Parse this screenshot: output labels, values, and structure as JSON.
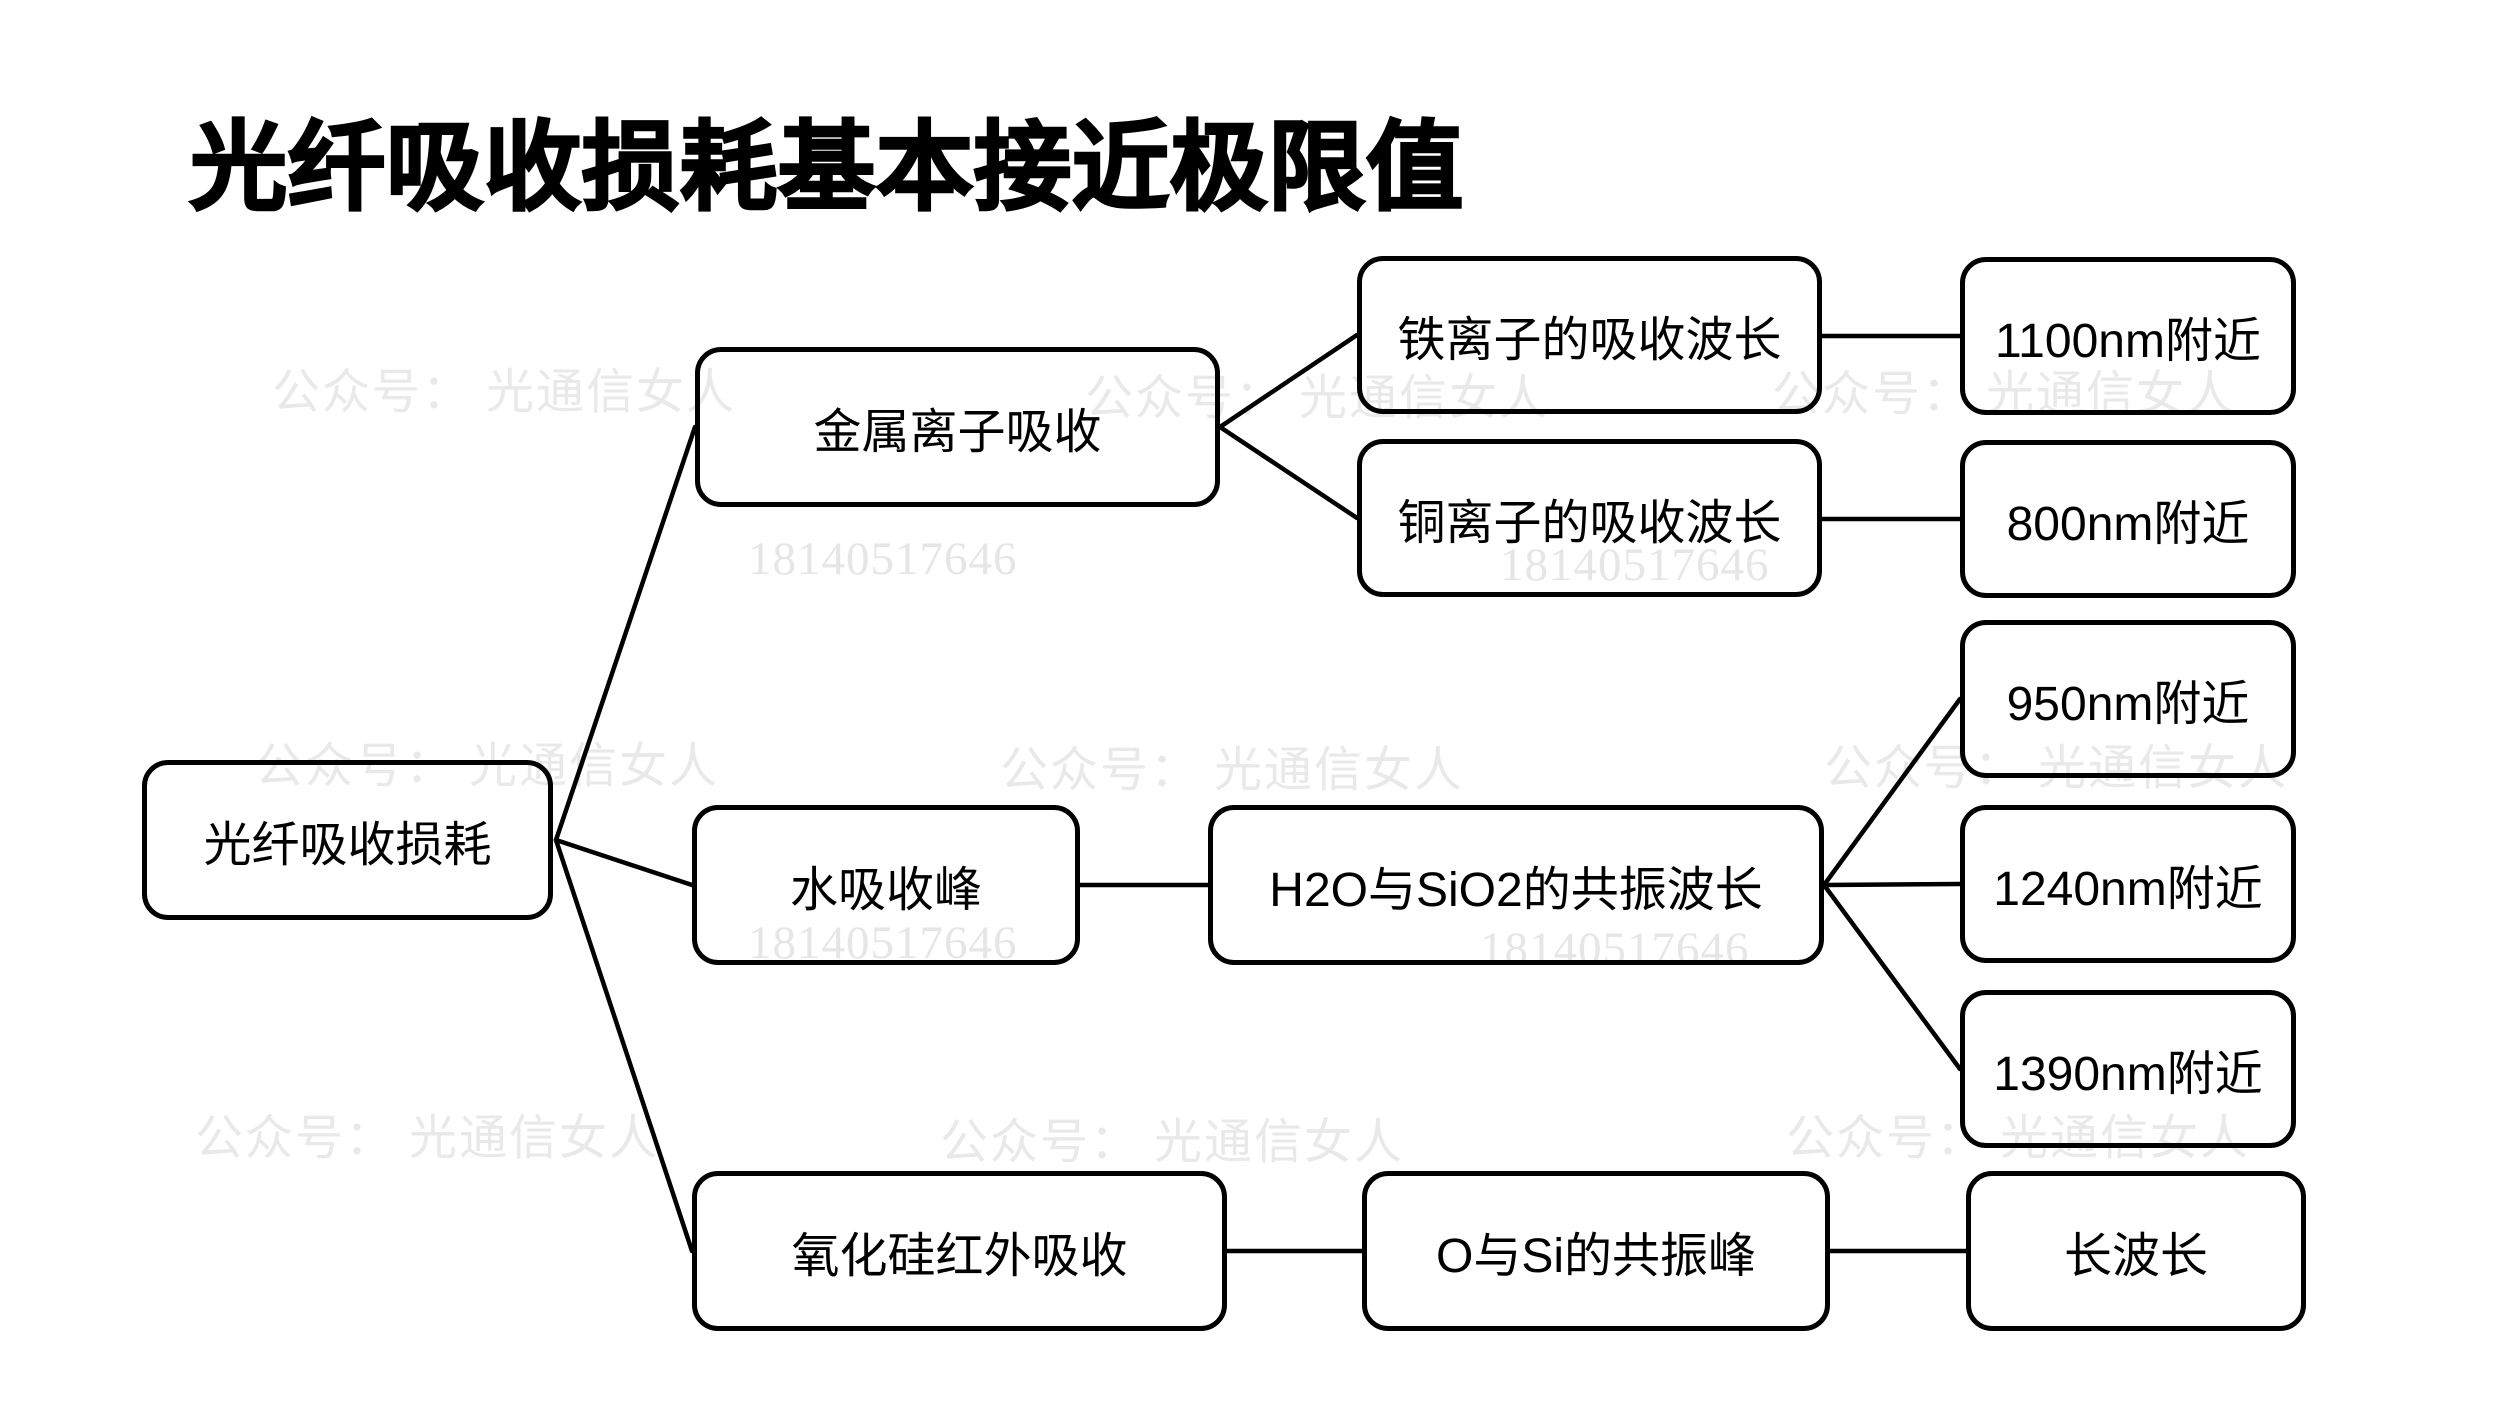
{
  "title": "光纤吸收损耗基本接近极限值",
  "colors": {
    "background": "#ffffff",
    "line": "#000000",
    "box_border": "#000000",
    "text": "#000000",
    "watermark_official": "#e9e9e9",
    "watermark_phone": "#e6e6e6"
  },
  "watermark": {
    "official": "公众号： 光通信女人",
    "phone": "18140517646"
  },
  "diagram": {
    "type": "tree",
    "root": "光纤吸收损耗",
    "nodes": {
      "root": {
        "label": "光纤吸收损耗"
      },
      "metal": {
        "label": "金属离子吸收"
      },
      "iron": {
        "label": "铁离子的吸收波长"
      },
      "wl1100": {
        "label": "1100nm附近"
      },
      "copper": {
        "label": "铜离子的吸收波长"
      },
      "wl800": {
        "label": "800nm附近"
      },
      "water": {
        "label": "水吸收峰"
      },
      "h2o": {
        "label": "H2O与SiO2的共振波长"
      },
      "wl950": {
        "label": "950nm附近"
      },
      "wl1240": {
        "label": "1240nm附近"
      },
      "wl1390": {
        "label": "1390nm附近"
      },
      "silica": {
        "label": "氧化硅红外吸收"
      },
      "osi": {
        "label": "O与Si的共振峰"
      },
      "wllong": {
        "label": "长波长"
      }
    },
    "edges": [
      [
        "root",
        "metal"
      ],
      [
        "root",
        "water"
      ],
      [
        "root",
        "silica"
      ],
      [
        "metal",
        "iron"
      ],
      [
        "metal",
        "copper"
      ],
      [
        "iron",
        "wl1100"
      ],
      [
        "copper",
        "wl800"
      ],
      [
        "water",
        "h2o"
      ],
      [
        "h2o",
        "wl950"
      ],
      [
        "h2o",
        "wl1240"
      ],
      [
        "h2o",
        "wl1390"
      ],
      [
        "silica",
        "osi"
      ],
      [
        "osi",
        "wllong"
      ]
    ]
  }
}
